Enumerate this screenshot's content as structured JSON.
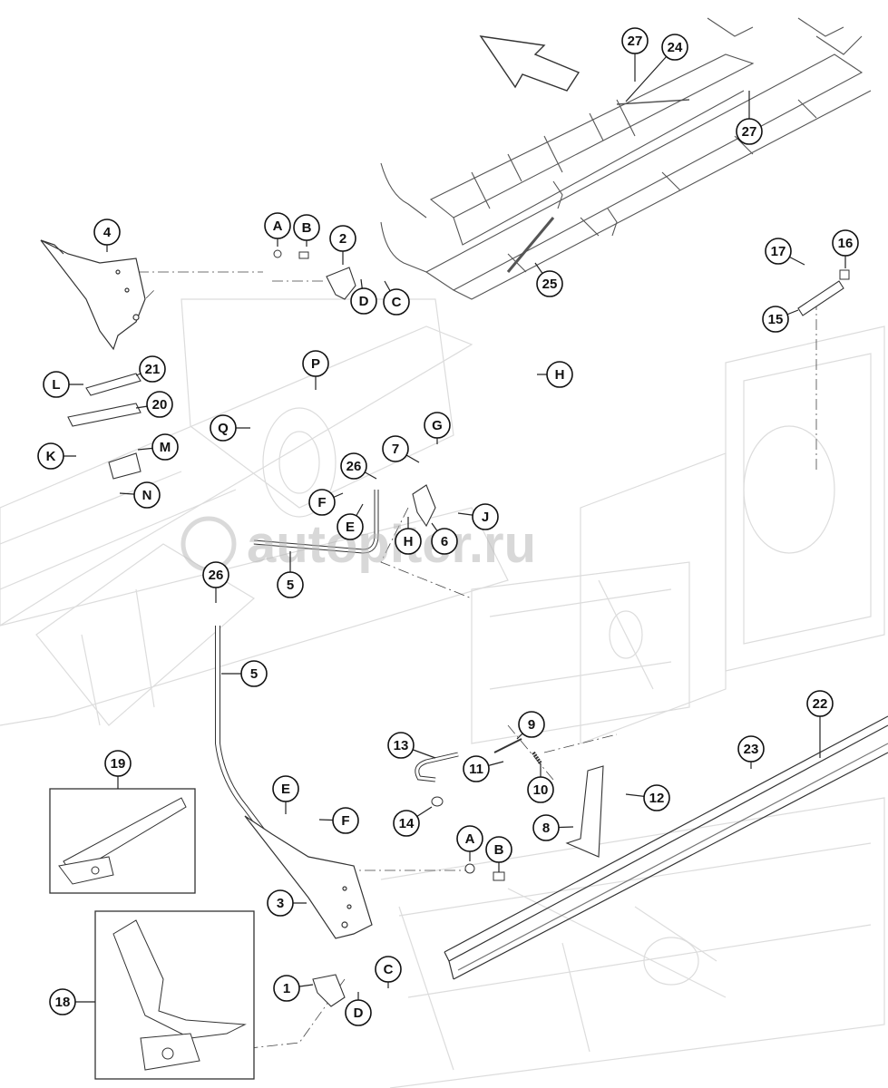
{
  "diagram": {
    "watermark": "autopiter.ru",
    "callouts": [
      {
        "id": "c-27a",
        "label": "27"
      },
      {
        "id": "c-24",
        "label": "24"
      },
      {
        "id": "c-27b",
        "label": "27"
      },
      {
        "id": "c-25",
        "label": "25"
      },
      {
        "id": "c-4",
        "label": "4"
      },
      {
        "id": "c-A1",
        "label": "A"
      },
      {
        "id": "c-B1",
        "label": "B"
      },
      {
        "id": "c-2",
        "label": "2"
      },
      {
        "id": "c-D1",
        "label": "D"
      },
      {
        "id": "c-C1",
        "label": "C"
      },
      {
        "id": "c-17",
        "label": "17"
      },
      {
        "id": "c-16",
        "label": "16"
      },
      {
        "id": "c-15",
        "label": "15"
      },
      {
        "id": "c-21",
        "label": "21"
      },
      {
        "id": "c-L",
        "label": "L"
      },
      {
        "id": "c-20",
        "label": "20"
      },
      {
        "id": "c-P",
        "label": "P"
      },
      {
        "id": "c-H1",
        "label": "H"
      },
      {
        "id": "c-Q",
        "label": "Q"
      },
      {
        "id": "c-G",
        "label": "G"
      },
      {
        "id": "c-7",
        "label": "7"
      },
      {
        "id": "c-M",
        "label": "M"
      },
      {
        "id": "c-K",
        "label": "K"
      },
      {
        "id": "c-26a",
        "label": "26"
      },
      {
        "id": "c-N",
        "label": "N"
      },
      {
        "id": "c-F1",
        "label": "F"
      },
      {
        "id": "c-J",
        "label": "J"
      },
      {
        "id": "c-E1",
        "label": "E"
      },
      {
        "id": "c-H2",
        "label": "H"
      },
      {
        "id": "c-6",
        "label": "6"
      },
      {
        "id": "c-5a",
        "label": "5"
      },
      {
        "id": "c-26b",
        "label": "26"
      },
      {
        "id": "c-5b",
        "label": "5"
      },
      {
        "id": "c-22",
        "label": "22"
      },
      {
        "id": "c-9",
        "label": "9"
      },
      {
        "id": "c-13",
        "label": "13"
      },
      {
        "id": "c-23",
        "label": "23"
      },
      {
        "id": "c-11",
        "label": "11"
      },
      {
        "id": "c-19",
        "label": "19"
      },
      {
        "id": "c-10",
        "label": "10"
      },
      {
        "id": "c-12",
        "label": "12"
      },
      {
        "id": "c-E2",
        "label": "E"
      },
      {
        "id": "c-F2",
        "label": "F"
      },
      {
        "id": "c-14",
        "label": "14"
      },
      {
        "id": "c-8",
        "label": "8"
      },
      {
        "id": "c-A2",
        "label": "A"
      },
      {
        "id": "c-B2",
        "label": "B"
      },
      {
        "id": "c-3",
        "label": "3"
      },
      {
        "id": "c-C2",
        "label": "C"
      },
      {
        "id": "c-1",
        "label": "1"
      },
      {
        "id": "c-D2",
        "label": "D"
      },
      {
        "id": "c-18",
        "label": "18"
      }
    ]
  }
}
